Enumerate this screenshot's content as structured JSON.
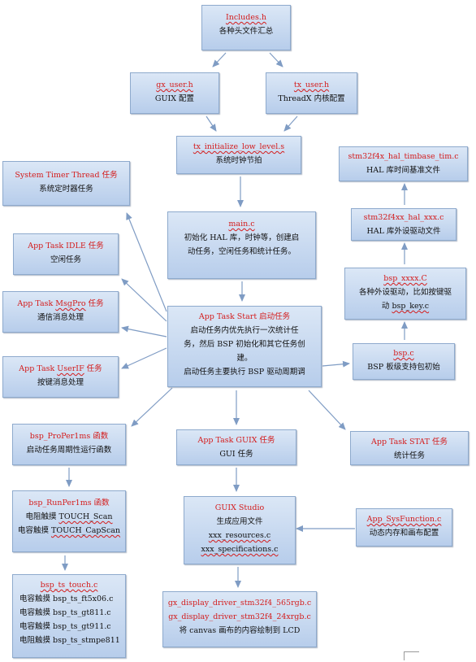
{
  "nodes": {
    "includes": {
      "title": "Includes.h",
      "lines": [
        "各种头文件汇总"
      ]
    },
    "gx_user": {
      "title": "gx_user.h",
      "lines": [
        "GUIX 配置"
      ]
    },
    "tx_user": {
      "title": "tx_user.h",
      "lines": [
        "ThreadX 内核配置"
      ]
    },
    "tx_init": {
      "title": "tx_initialize_low_level.s",
      "lines": [
        "系统时钟节拍"
      ]
    },
    "main": {
      "title": "main.c",
      "lines": [
        "初始化 HAL 库，时钟等，创建启",
        "动任务，空闲任务和统计任务。"
      ]
    },
    "systimer": {
      "title": "System Timer Thread 任务",
      "lines": [
        "系统定时器任务"
      ]
    },
    "idle": {
      "title": "App Task IDLE 任务",
      "lines": [
        "空闲任务"
      ]
    },
    "msgpro": {
      "title": "App Task MsgPro 任务",
      "lines": [
        "通信消息处理"
      ]
    },
    "userif": {
      "title": "App Task UserIF 任务",
      "lines": [
        "按键消息处理"
      ]
    },
    "start": {
      "title": "App Task Start 启动任务",
      "lines": [
        "启动任务内优先执行一次统计任",
        "务，然后 BSP 初始化和其它任务创",
        "建。",
        "启动任务主要执行 BSP 驱动周期调"
      ]
    },
    "timbase": {
      "title": "stm32f4x_hal_timbase_tim.c",
      "lines": [
        "HAL 库时间基准文件"
      ]
    },
    "hal_xxx": {
      "title": "stm32f4xx_hal_xxx.c",
      "lines": [
        "HAL 库外设驱动文件"
      ]
    },
    "bsp_xxxx": {
      "title": "bsp_xxxx.C",
      "lines": [
        "各种外设驱动，比如按键驱",
        "动 bsp_key.c"
      ]
    },
    "bsp": {
      "title": "bsp.c",
      "lines": [
        "BSP 板级支持包初始"
      ]
    },
    "per1ms": {
      "title": "bsp_ProPer1ms 函数",
      "lines": [
        "启动任务周期性运行函数"
      ]
    },
    "guix_task": {
      "title": "App Task GUIX 任务",
      "lines": [
        "GUI 任务"
      ]
    },
    "stat": {
      "title": "App Task STAT 任务",
      "lines": [
        "统计任务"
      ]
    },
    "run1ms": {
      "title": "bsp_RunPer1ms 函数",
      "lines": [
        "电阻触摸 TOUCH_Scan",
        "电容触摸 TOUCH_CapScan"
      ]
    },
    "studio": {
      "title": "GUIX Studio",
      "lines": [
        "生成应用文件",
        "xxx_resources.c",
        "xxx_specifications.c"
      ]
    },
    "appsys": {
      "title": "App_SysFunction.c",
      "lines": [
        "动态内存和画布配置"
      ]
    },
    "ts_touch": {
      "title": "bsp_ts_touch.c",
      "lines": [
        "电容触摸 bsp_ts_ft5x06.c",
        "电容触摸 bsp_ts_gt811.c",
        "电容触摸 bsp_ts_gt911.c",
        "电阻触摸 bsp_ts_stmpe811"
      ]
    },
    "display": {
      "title": "",
      "lines": [
        "gx_display_driver_stm32f4_565rgb.c",
        "gx_display_driver_stm32f4_24xrgb.c",
        "将 canvas 画布的内容绘制到 LCD"
      ]
    }
  },
  "colors": {
    "title_text": "#d41c1c",
    "edge": "#7f9cc4",
    "node_fill": "#c6d8f0"
  }
}
